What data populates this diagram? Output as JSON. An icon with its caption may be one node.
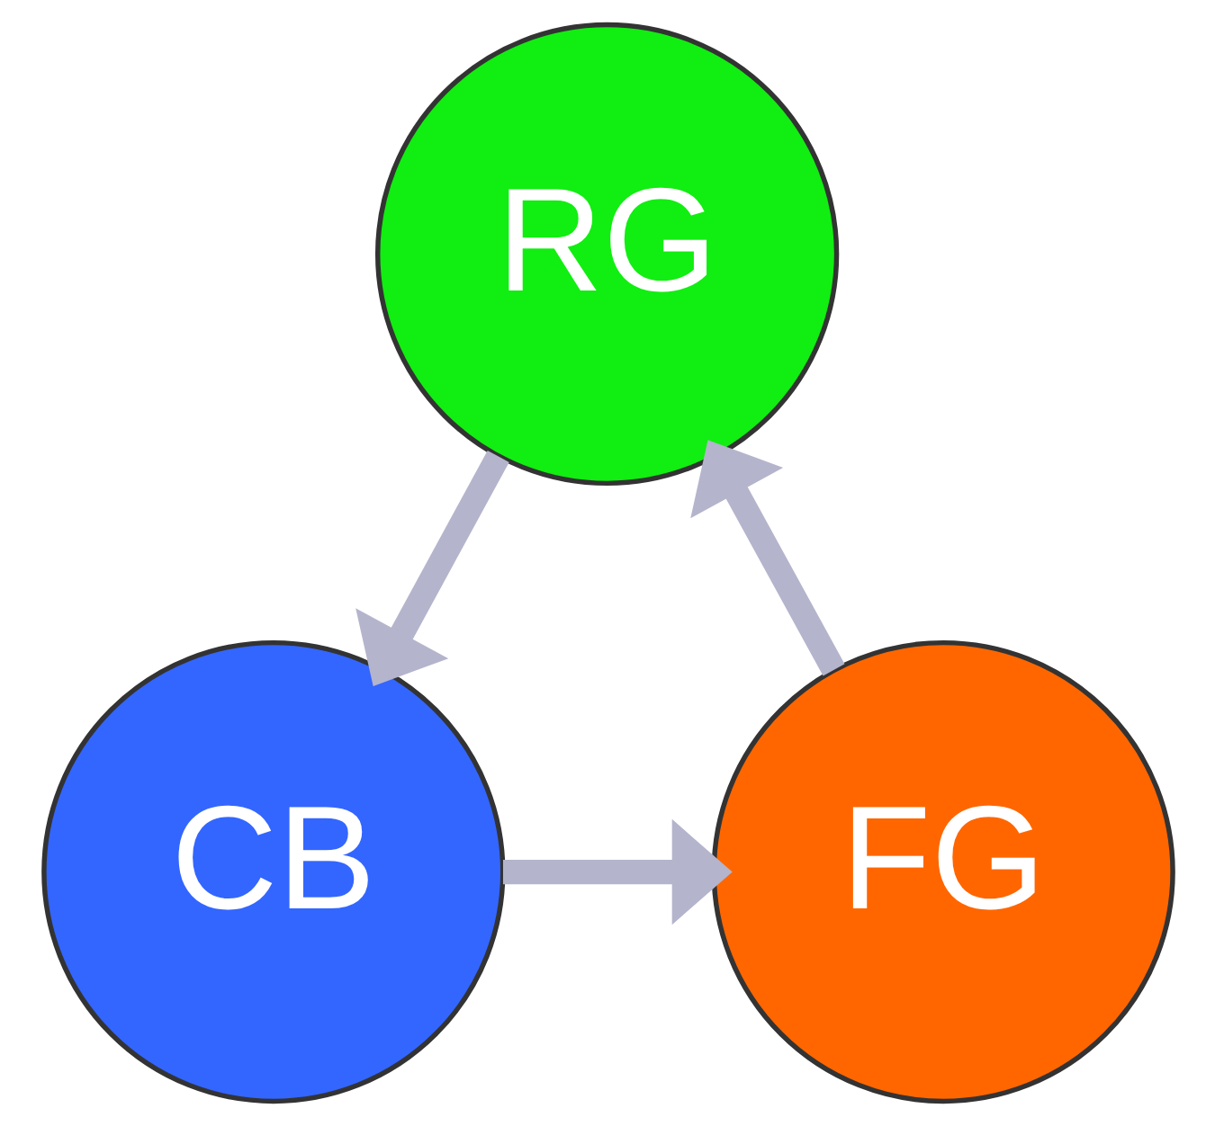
{
  "diagram": {
    "nodes": [
      {
        "text": [
          "RG"
        ]
      },
      {
        "text": [
          "FG"
        ]
      },
      {
        "text": [
          "CB"
        ]
      }
    ],
    "edges": [
      {
        "from": 1,
        "to": 0,
        "arrow": "to"
      },
      {
        "from": 0,
        "to": 2,
        "arrow": "to"
      },
      {
        "from": 2,
        "to": 1,
        "arrow": "to"
      }
    ]
  }
}
